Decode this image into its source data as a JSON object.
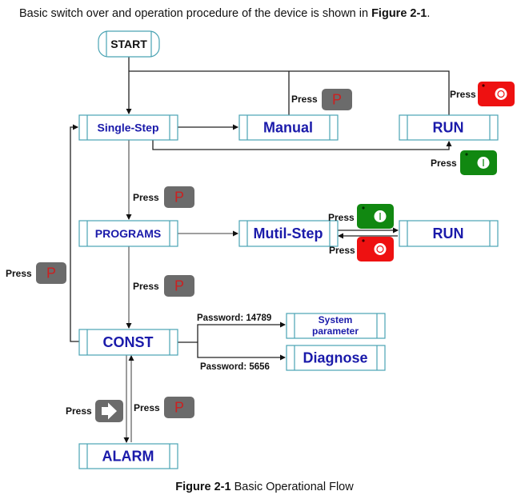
{
  "intro": {
    "text_before": "Basic switch over and operation procedure of the device is shown in ",
    "figure_ref": "Figure 2-1",
    "text_after": "."
  },
  "nodes": {
    "start": "START",
    "single_step": "Single-Step",
    "manual": "Manual",
    "run_top": "RUN",
    "programs": "PROGRAMS",
    "mutil_step": "Mutil-Step",
    "run_mid": "RUN",
    "const": "CONST",
    "system_parameter_line1": "System",
    "system_parameter_line2": "parameter",
    "diagnose": "Diagnose",
    "alarm": "ALARM"
  },
  "press_label": "Press",
  "keys": {
    "p_key": "P",
    "colors": {
      "p_key_bg": "#6b6b6b",
      "p_key_text": "#cc2020",
      "stop_key_bg": "#ee1111",
      "run_key_bg": "#118811",
      "arrow_key_bg": "#6b6b6b"
    }
  },
  "passwords": {
    "system_parameter": "Password: 14789",
    "diagnose": "Password: 5656"
  },
  "caption": {
    "figure_ref": "Figure 2-1",
    "title": " Basic Operational Flow"
  }
}
